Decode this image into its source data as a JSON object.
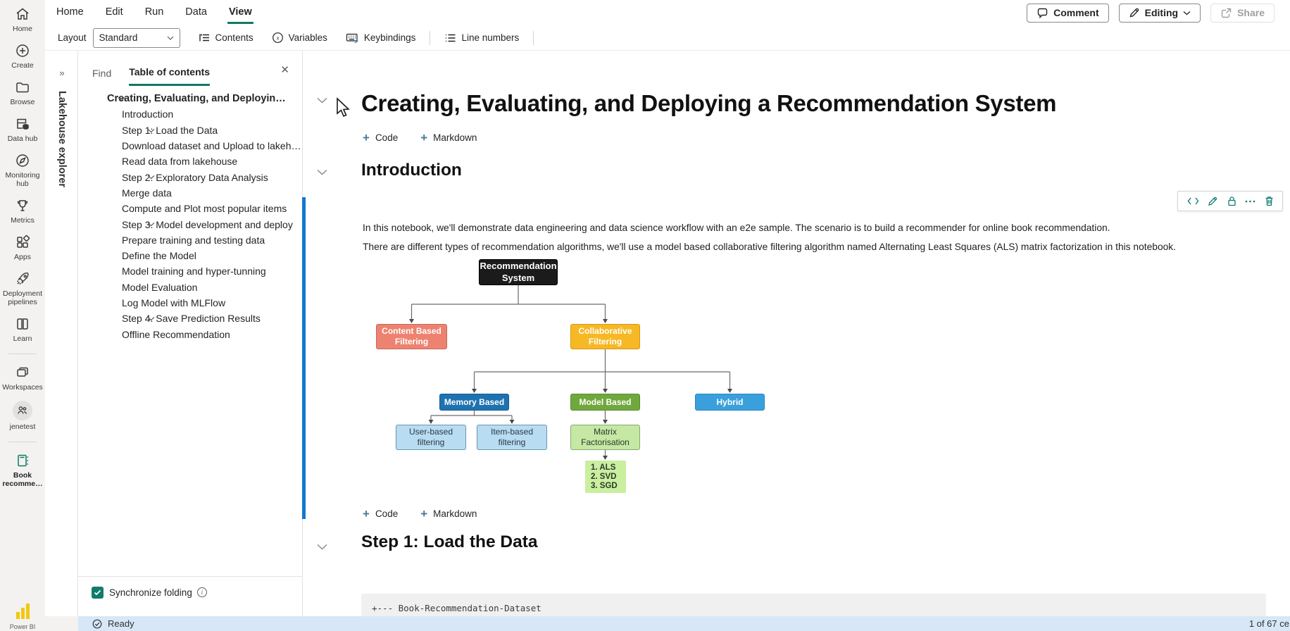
{
  "header": {
    "menu": [
      "Home",
      "Edit",
      "Run",
      "Data",
      "View"
    ],
    "active_menu": "View",
    "actions": {
      "comment": "Comment",
      "editing": "Editing",
      "share": "Share"
    }
  },
  "toolbar": {
    "layout_label": "Layout",
    "layout_value": "Standard",
    "contents": "Contents",
    "variables": "Variables",
    "keybindings": "Keybindings",
    "line_numbers": "Line numbers"
  },
  "rail": {
    "items": [
      {
        "label": "Home"
      },
      {
        "label": "Create"
      },
      {
        "label": "Browse"
      },
      {
        "label": "Data hub"
      },
      {
        "label": "Monitoring hub"
      },
      {
        "label": "Metrics"
      },
      {
        "label": "Apps"
      },
      {
        "label": "Deployment pipelines"
      },
      {
        "label": "Learn"
      },
      {
        "label": "Workspaces"
      },
      {
        "label": "jenetest"
      },
      {
        "label": "Book recomme…"
      }
    ],
    "brand": "Power BI"
  },
  "explorer": {
    "label": "Lakehouse explorer",
    "expand_icon": "»"
  },
  "toc": {
    "tabs": {
      "find": "Find",
      "contents": "Table of contents"
    },
    "items": [
      {
        "label": "Creating, Evaluating, and Deployin…"
      },
      {
        "label": "Introduction"
      },
      {
        "label": "Step 1: Load the Data"
      },
      {
        "label": "Download dataset and Upload to lakeh…"
      },
      {
        "label": "Read data from lakehouse"
      },
      {
        "label": "Step 2. Exploratory Data Analysis"
      },
      {
        "label": "Merge data"
      },
      {
        "label": "Compute and Plot most popular items"
      },
      {
        "label": "Step 3. Model development and deploy"
      },
      {
        "label": "Prepare training and testing data"
      },
      {
        "label": "Define the Model"
      },
      {
        "label": "Model training and hyper-tunning"
      },
      {
        "label": "Model Evaluation"
      },
      {
        "label": "Log Model with MLFlow"
      },
      {
        "label": "Step 4. Save Prediction Results"
      },
      {
        "label": "Offline Recommendation"
      }
    ],
    "sync_folding": "Synchronize folding"
  },
  "notebook": {
    "title": "Creating, Evaluating, and Deploying a Recommendation System",
    "add_code": "Code",
    "add_markdown": "Markdown",
    "intro_heading": "Introduction",
    "paragraph1": "In this notebook, we'll demonstrate data engineering and data science workflow with an e2e sample. The scenario is to build a recommender for online book recommendation.",
    "paragraph2": "There are different types of recommendation algorithms, we'll use a model based collaborative filtering algorithm named Alternating Least Squares (ALS) matrix factorization in this notebook.",
    "step1_heading": "Step 1: Load the Data",
    "code_line": "+--- Book-Recommendation-Dataset"
  },
  "diagram": {
    "nodes": [
      {
        "label": "Recommendation System",
        "bg": "#1b1b1b",
        "border": "#000000",
        "fg": "#ffffff"
      },
      {
        "label": "Content Based Filtering",
        "bg": "#ee8270",
        "border": "#c4685a",
        "fg": "#ffffff"
      },
      {
        "label": "Collaborative Filtering",
        "bg": "#f7b825",
        "border": "#d49a14",
        "fg": "#ffffff"
      },
      {
        "label": "Memory Based",
        "bg": "#1f72b0",
        "border": "#155a8e",
        "fg": "#ffffff"
      },
      {
        "label": "Model Based",
        "bg": "#71a83e",
        "border": "#5a8a2e",
        "fg": "#ffffff"
      },
      {
        "label": "Hybrid",
        "bg": "#3aa0dc",
        "border": "#2a86bd",
        "fg": "#ffffff"
      },
      {
        "label": "User-based filtering",
        "bg": "#b8dcf2",
        "border": "#6b96ad",
        "fg": "#2b3a42"
      },
      {
        "label": "Item-based filtering",
        "bg": "#b8dcf2",
        "border": "#6b96ad",
        "fg": "#2b3a42"
      },
      {
        "label": "Matrix Factorisation",
        "bg": "#c5e8a5",
        "border": "#87a96b",
        "fg": "#2b3a2b"
      }
    ],
    "als_list": [
      "1. ALS",
      "2. SVD",
      "3. SGD"
    ],
    "als_bg": "#c9ef9f"
  },
  "status": {
    "ready": "Ready",
    "cells": "1 of 67 ce"
  },
  "colors": {
    "accent_teal": "#117865",
    "scrollbar_blue": "#1478d1",
    "statusbar_blue": "#d7e7f7",
    "brand_yellow": "#f2c811"
  }
}
